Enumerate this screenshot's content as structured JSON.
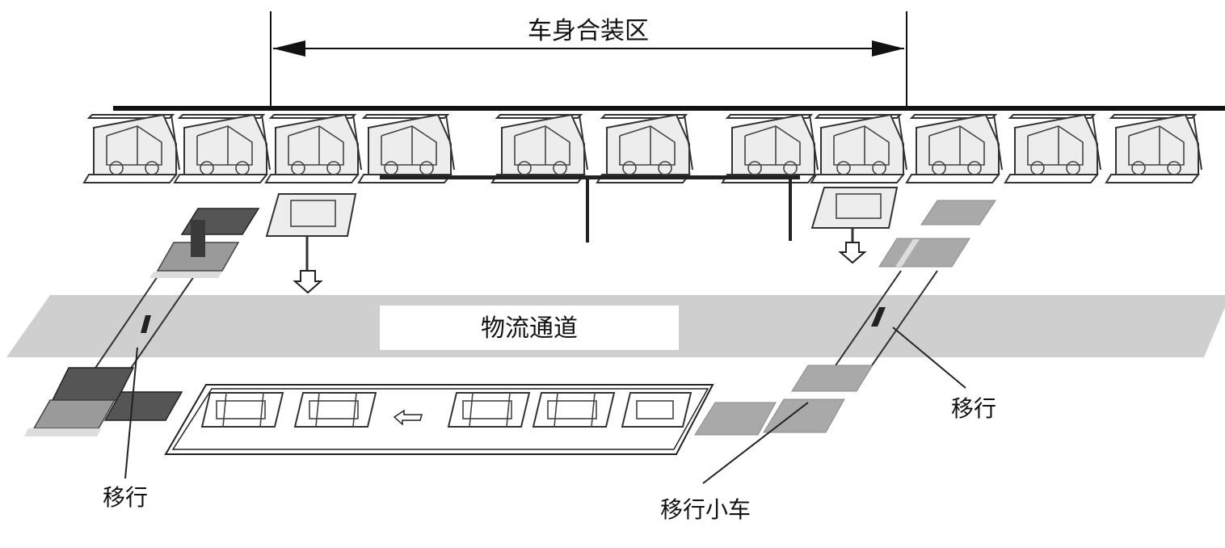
{
  "labels": {
    "assembly_zone": "车身合装区",
    "logistics_channel": "物流通道",
    "shift_left": "移行",
    "shift_right": "移行",
    "shift_cart": "移行小车"
  }
}
